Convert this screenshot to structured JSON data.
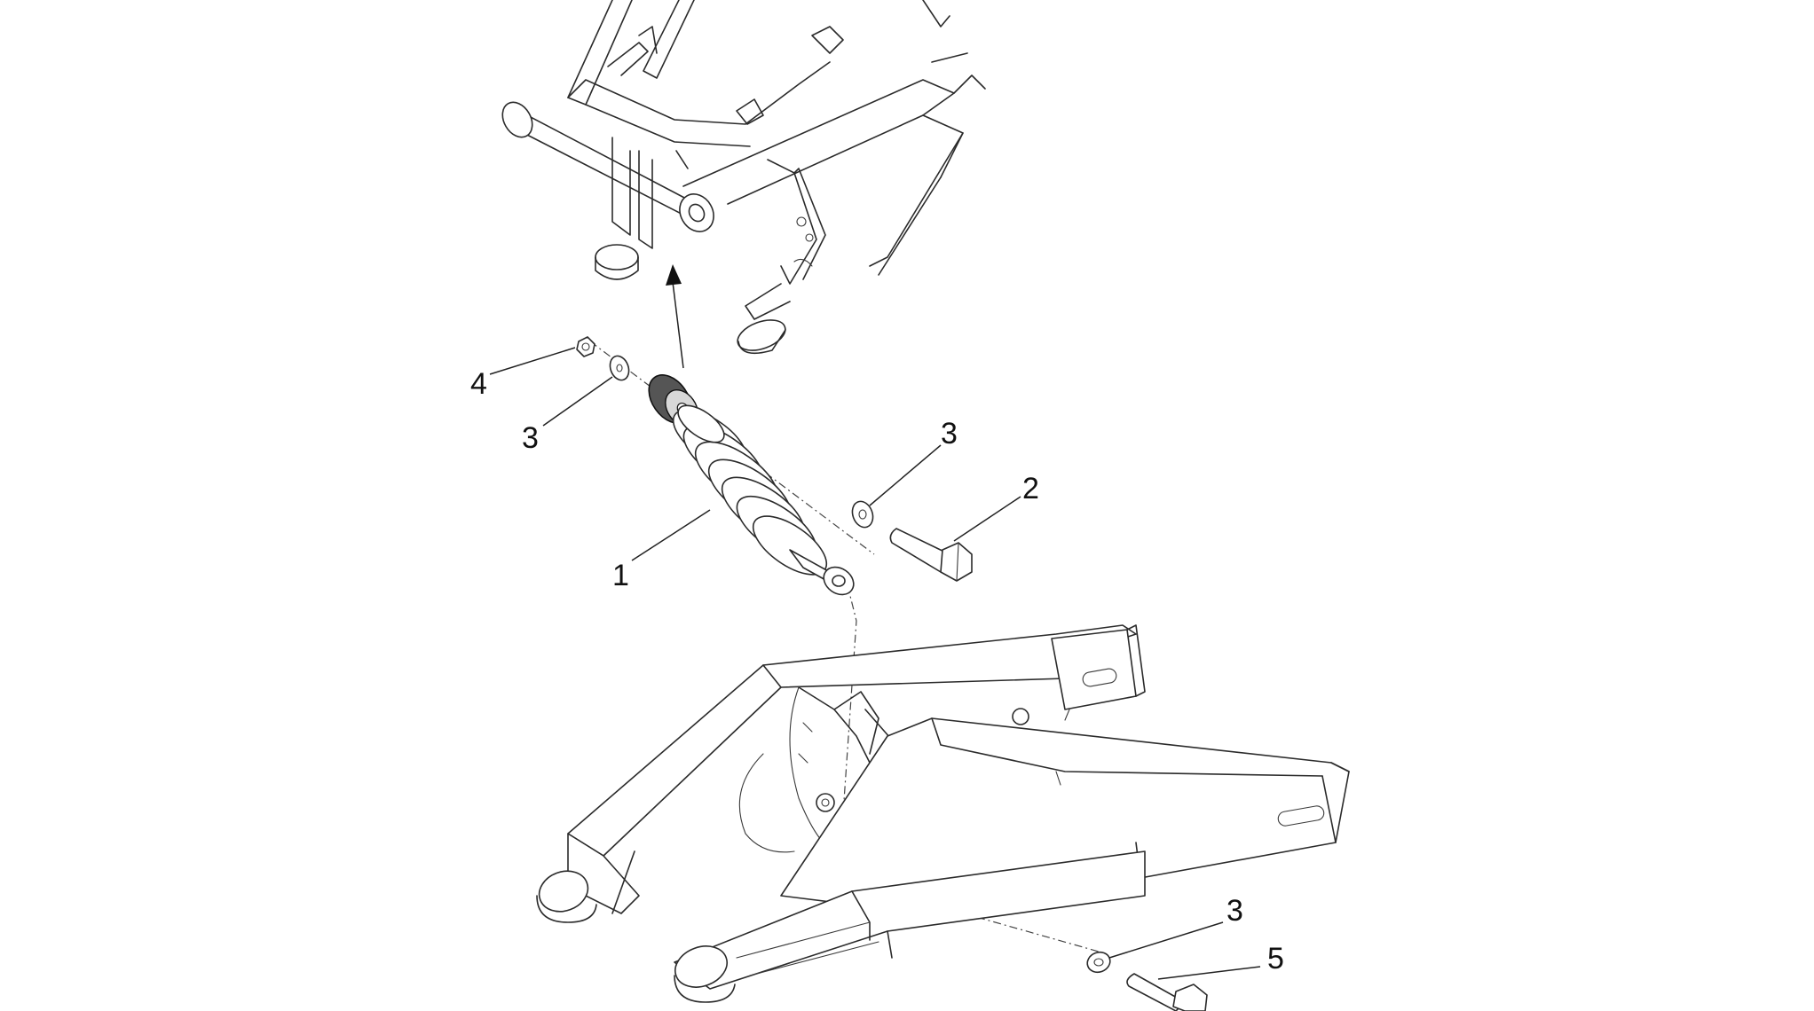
{
  "diagram": {
    "callouts": [
      {
        "id": "c1",
        "label": "1",
        "part": "shock-absorber"
      },
      {
        "id": "c2",
        "label": "2",
        "part": "upper-bolt"
      },
      {
        "id": "c3a",
        "label": "3",
        "part": "washer-left"
      },
      {
        "id": "c3b",
        "label": "3",
        "part": "washer-right"
      },
      {
        "id": "c3c",
        "label": "3",
        "part": "washer-lower"
      },
      {
        "id": "c4",
        "label": "4",
        "part": "nut"
      },
      {
        "id": "c5",
        "label": "5",
        "part": "lower-bolt"
      }
    ]
  }
}
